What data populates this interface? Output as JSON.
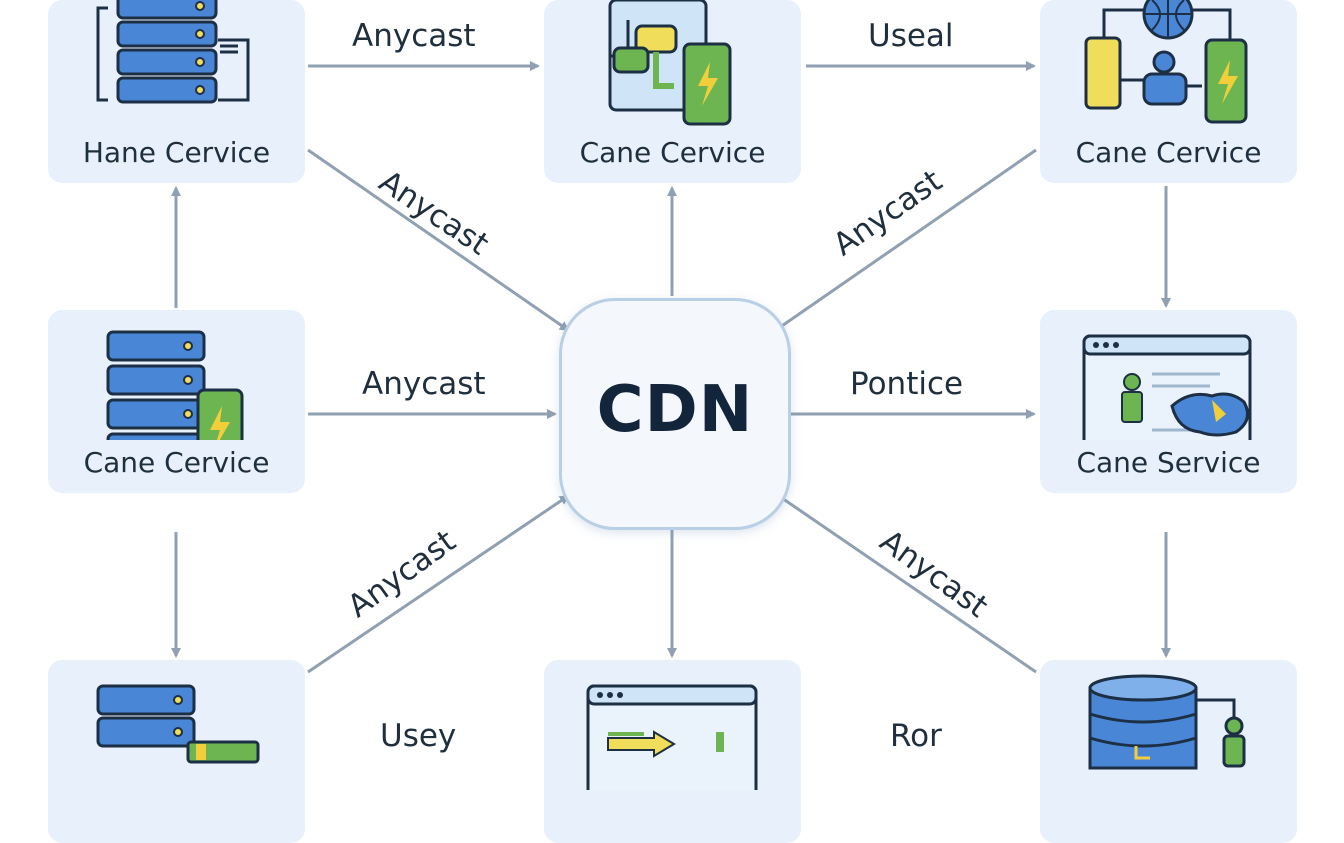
{
  "center": {
    "label": "CDN"
  },
  "nodes": [
    {
      "label": "Hane Cervice",
      "icon": "server-stack-icon"
    },
    {
      "label": "Cane Cervice",
      "icon": "network-devices-icon"
    },
    {
      "label": "Cane Cervice",
      "icon": "globe-network-icon"
    },
    {
      "label": "Cane Cervice",
      "icon": "server-mobile-icon"
    },
    {
      "label": "Cane Service",
      "icon": "browser-map-icon"
    },
    {
      "label": "",
      "icon": "server-storage-icon"
    },
    {
      "label": "",
      "icon": "browser-chart-icon"
    },
    {
      "label": "",
      "icon": "database-icon"
    }
  ],
  "edges": [
    {
      "from": "Hane Cervice",
      "to": "Cane Cervice",
      "label": "Anycast"
    },
    {
      "from": "Cane Cervice",
      "to": "Cane Cervice",
      "label": "Useal"
    },
    {
      "from": "Hane Cervice",
      "to": "CDN",
      "label": "Anycast"
    },
    {
      "from": "Cane Cervice",
      "to": "CDN",
      "label": "Anycast"
    },
    {
      "from": "Cane Cervice",
      "to": "CDN",
      "label": "Anycast"
    },
    {
      "from": "CDN",
      "to": "Cane Service",
      "label": "Pontice"
    },
    {
      "from": "",
      "to": "CDN",
      "label": "Anycast"
    },
    {
      "from": "",
      "to": "CDN",
      "label": "Anycast"
    },
    {
      "from": "",
      "to": "",
      "label": "Usey"
    },
    {
      "from": "",
      "to": "",
      "label": "Ror"
    }
  ],
  "colors": {
    "node_bg": "#e8f1fb",
    "arrow": "#8fa0b3",
    "server_blue": "#4a86d6",
    "server_outline": "#1c2f45",
    "mobile_green": "#6cb551",
    "bolt_yellow": "#f2cf3a",
    "accent_yellow": "#f0dd5a"
  }
}
